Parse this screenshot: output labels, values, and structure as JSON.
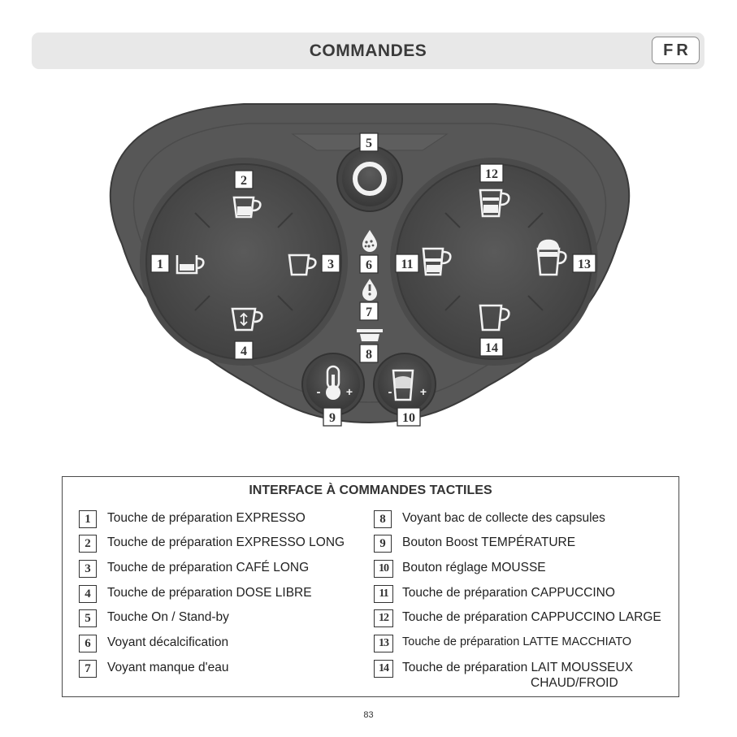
{
  "header": {
    "title": "COMMANDES",
    "language": "FR"
  },
  "panel": {
    "callouts": {
      "c1": "1",
      "c2": "2",
      "c3": "3",
      "c4": "4",
      "c5": "5",
      "c6": "6",
      "c7": "7",
      "c8": "8",
      "c9": "9",
      "c10": "10",
      "c11": "11",
      "c12": "12",
      "c13": "13",
      "c14": "14"
    },
    "boost_buttons": {
      "minus": "-",
      "plus": "+"
    }
  },
  "legend": {
    "title": "INTERFACE À COMMANDES TACTILES",
    "left": [
      {
        "num": "1",
        "text": "Touche de préparation EXPRESSO"
      },
      {
        "num": "2",
        "text": "Touche de préparation EXPRESSO LONG"
      },
      {
        "num": "3",
        "text": "Touche de préparation CAFÉ LONG"
      },
      {
        "num": "4",
        "text": "Touche de préparation DOSE LIBRE"
      },
      {
        "num": "5",
        "text": "Touche On / Stand-by"
      },
      {
        "num": "6",
        "text": "Voyant décalcification"
      },
      {
        "num": "7",
        "text": "Voyant manque d'eau"
      }
    ],
    "right": [
      {
        "num": "8",
        "text": "Voyant bac de collecte des capsules"
      },
      {
        "num": "9",
        "text": "Bouton Boost TEMPÉRATURE"
      },
      {
        "num": "10",
        "text": "Bouton réglage MOUSSE"
      },
      {
        "num": "11",
        "text": "Touche de préparation CAPPUCCINO"
      },
      {
        "num": "12",
        "text": "Touche de préparation CAPPUCCINO LARGE"
      },
      {
        "num": "13",
        "text": "Touche de préparation LATTE MACCHIATO"
      },
      {
        "num": "14",
        "text": "Touche de préparation LAIT MOUSSEUX",
        "text2": "CHAUD/FROID"
      }
    ]
  },
  "footer": {
    "page_number": "83"
  }
}
